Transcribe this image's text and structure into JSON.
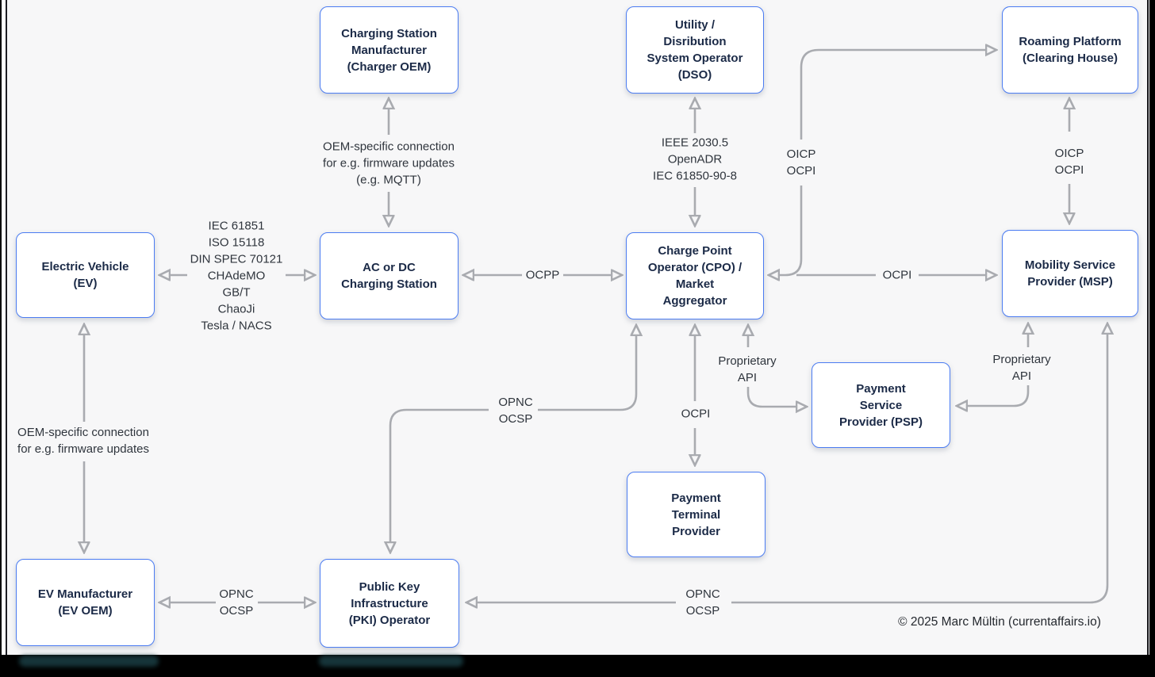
{
  "colors": {
    "background": "#f7f7f8",
    "box_fill": "#ffffff",
    "box_border": "#4b7cf2",
    "box_text": "#1b2a47",
    "connector": "#a9abb0",
    "label_text": "#2f353d",
    "edge_bars": "#000000"
  },
  "nodes": [
    {
      "id": "charging-station-manufacturer",
      "label": "Charging Station\nManufacturer\n(Charger OEM)"
    },
    {
      "id": "dso",
      "label": "Utility /\nDisribution\nSystem Operator\n(DSO)"
    },
    {
      "id": "roaming-platform",
      "label": "Roaming Platform\n(Clearing House)"
    },
    {
      "id": "electric-vehicle",
      "label": "Electric Vehicle\n(EV)"
    },
    {
      "id": "ac-dc-charging-station",
      "label": "AC or DC\nCharging Station"
    },
    {
      "id": "cpo",
      "label": "Charge Point\nOperator (CPO) /\nMarket\nAggregator"
    },
    {
      "id": "msp",
      "label": "Mobility Service\nProvider (MSP)"
    },
    {
      "id": "psp",
      "label": "Payment\nService\nProvider (PSP)"
    },
    {
      "id": "payment-terminal-provider",
      "label": "Payment\nTerminal\nProvider"
    },
    {
      "id": "ev-manufacturer",
      "label": "EV Manufacturer\n(EV OEM)"
    },
    {
      "id": "pki-operator",
      "label": "Public Key\nInfrastructure\n(PKI) Operator"
    }
  ],
  "edge_labels": [
    {
      "id": "ev-station-protocols",
      "text": "IEC 61851\nISO 15118\nDIN SPEC 70121\nCHAdeMO\nGB/T\nChaoJi\nTesla / NACS"
    },
    {
      "id": "oem-connection-mqtt",
      "text": "OEM-specific connection\nfor e.g. firmware updates\n(e.g. MQTT)"
    },
    {
      "id": "ocpp",
      "text": "OCPP"
    },
    {
      "id": "grid-protocols",
      "text": "IEEE 2030.5\nOpenADR\nIEC 61850-90-8"
    },
    {
      "id": "oicp-ocpi-cpo-roaming",
      "text": "OICP\nOCPI"
    },
    {
      "id": "oicp-ocpi-roaming-msp",
      "text": "OICP\nOCPI"
    },
    {
      "id": "ocpi-cpo-msp",
      "text": "OCPI"
    },
    {
      "id": "proprietary-api-cpo-psp",
      "text": "Proprietary\nAPI"
    },
    {
      "id": "proprietary-api-msp-psp",
      "text": "Proprietary\nAPI"
    },
    {
      "id": "ocpi-cpo-terminal",
      "text": "OCPI"
    },
    {
      "id": "opnc-ocsp-cpo-pki",
      "text": "OPNC\nOCSP"
    },
    {
      "id": "opnc-ocsp-msp-pki",
      "text": "OPNC\nOCSP"
    },
    {
      "id": "opnc-ocsp-evm-pki",
      "text": "OPNC\nOCSP"
    },
    {
      "id": "oem-connection-firmware",
      "text": "OEM-specific connection\nfor e.g. firmware updates"
    }
  ],
  "footer": {
    "copyright": "© 2025 Marc Mültin (currentaffairs.io)"
  }
}
